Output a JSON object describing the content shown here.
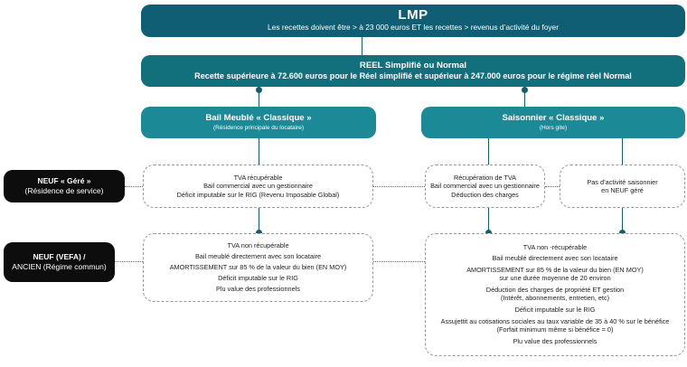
{
  "lmp": {
    "title": "LMP",
    "subtitle": "Les recettes doivent être > à 23 000 euros ET les recettes > revenus d’activité du foyer"
  },
  "reel": {
    "title": "REEL Simplifié ou Normal",
    "subtitle": "Recette supérieure à 72.600 euros pour le Réel simplifié et supérieur à 247.000 euros pour le régime réel Normal"
  },
  "bail_classique": {
    "title": "Bail Meublé « Classique »",
    "subtitle": "(Résidence principale du locataire)"
  },
  "saisonnier": {
    "title": "Saisonnier « Classique »",
    "subtitle": "(Hors gite)"
  },
  "neuf_gere": {
    "line1": "NEUF « Géré »",
    "line2": "(Résidence de service)"
  },
  "neuf_vefa": {
    "line1": "NEUF (VEFA) /",
    "line2": "ANCIEN (Régime commun)"
  },
  "box_gere_bail": {
    "lines": [
      "TVA récupérable",
      "Bail commercial avec un gestionnaire",
      "Déficit imputable sur le RIG (Revenu Imposable Global)"
    ]
  },
  "box_gere_sais1": {
    "lines": [
      "Récupération de TVA",
      "Bail commercial avec un gestionnaire",
      "Déduction des charges"
    ]
  },
  "box_gere_sais2": {
    "lines": [
      "Pas d’activité saisonnier",
      "en NEUF géré"
    ]
  },
  "box_vefa_bail": {
    "lines": [
      "TVA non récupérable",
      "Bail meublé directement avec son locataire",
      "AMORTISSEMENT sur 85 % de la valeur du bien (EN MOY)",
      "Déficit imputable sur le RIG",
      "Plu value des professionnels"
    ]
  },
  "box_vefa_sais": {
    "l1": "TVA non -récupérable",
    "l2": "Bail meublé directement avec son locataire",
    "l3a": "AMORTISSEMENT sur 85 % de la valeur du bien (EN MOY)",
    "l3b": "sur une durée moyenne de 20 environ",
    "l4a": "Déduction des charges de propriété ET gestion",
    "l4b": "(Intérêt, abonnements, entretien, etc)",
    "l5": "Déficit imputable sur le RIG",
    "l6a": "Assujettit au cotisations sociales au taux variable de 35 à 40 % sur le bénéfice",
    "l6b": "(Forfait minimum même si bénéfice = 0)",
    "l7": "Plu value des professionnels"
  }
}
